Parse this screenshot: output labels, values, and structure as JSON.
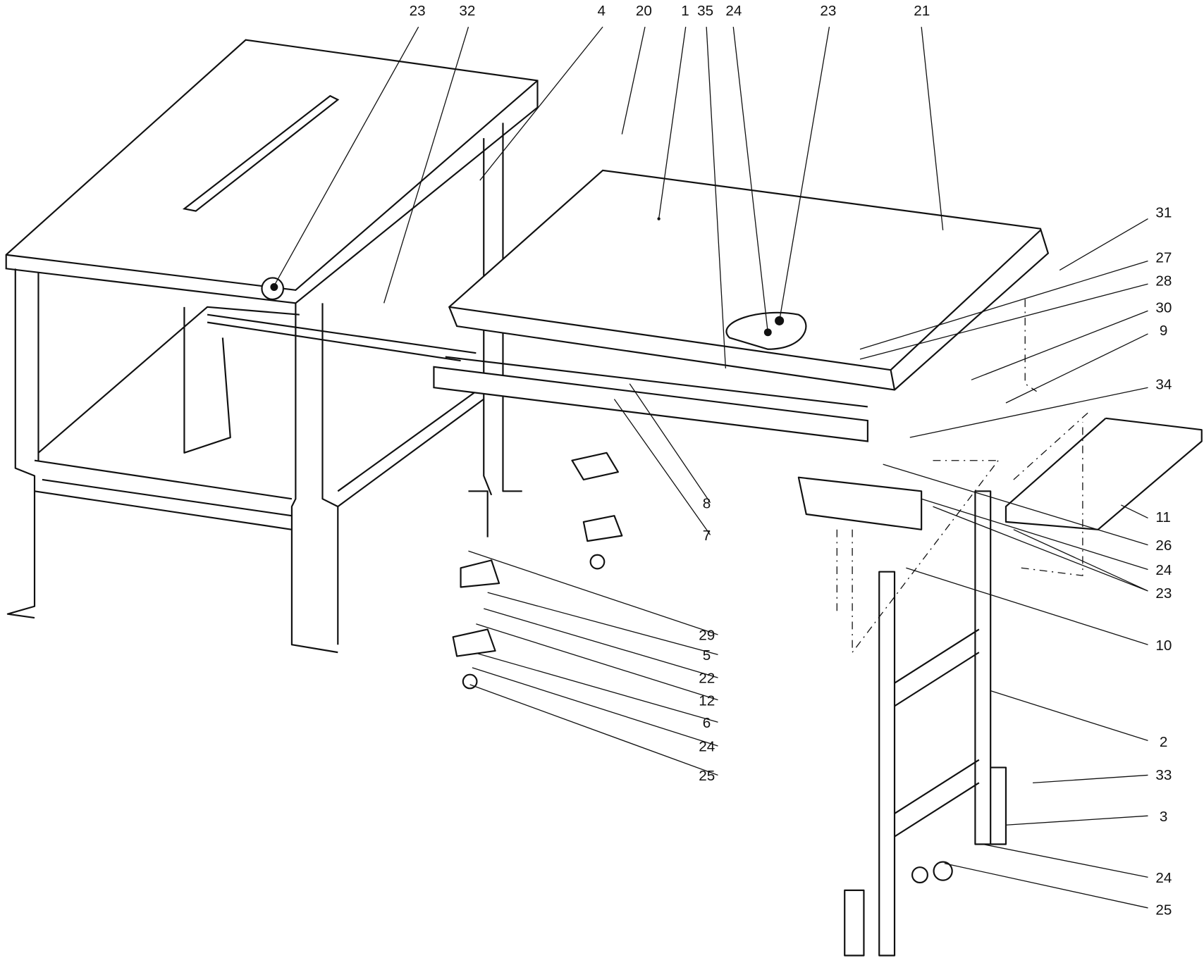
{
  "title": "Exploded parts diagram - table saw stand with extension table",
  "callouts": [
    "23",
    "32",
    "4",
    "20",
    "1",
    "35",
    "24",
    "23",
    "21",
    "31",
    "27",
    "28",
    "30",
    "9",
    "34",
    "11",
    "26",
    "24",
    "23",
    "10",
    "2",
    "33",
    "3",
    "24",
    "25",
    "8",
    "7",
    "29",
    "5",
    "22",
    "12",
    "6",
    "24",
    "25"
  ]
}
